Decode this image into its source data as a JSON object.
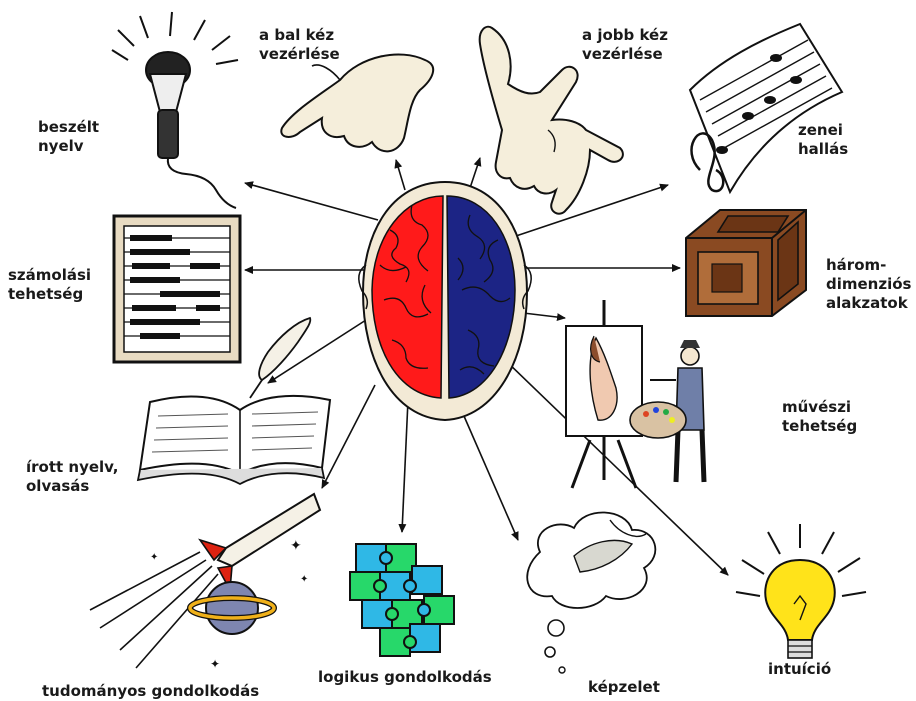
{
  "colors": {
    "left_hemisphere": "#ff1a1a",
    "right_hemisphere": "#1c2485",
    "skull": "#f3ead6",
    "hand": "#f5eedb",
    "cube": "#8a4a22",
    "bulb": "#ffe31a",
    "puzzle_cyan": "#2fb8e6",
    "puzzle_green": "#27d86a",
    "line": "#111111"
  },
  "labels": {
    "left_hand": [
      "a bal kéz",
      "vezérlése"
    ],
    "right_hand": [
      "a jobb kéz",
      "vezérlése"
    ],
    "spoken": [
      "beszélt",
      "nyelv"
    ],
    "music": [
      "zenei",
      "hallás"
    ],
    "counting": [
      "számolási",
      "tehetség"
    ],
    "three_d": [
      "három-",
      "dimenziós",
      "alakzatok"
    ],
    "artistic": [
      "művészi",
      "tehetség"
    ],
    "written": [
      "írott nyelv,",
      "olvasás"
    ],
    "intuition": [
      "intuíció"
    ],
    "logic": [
      "logikus gondolkodás"
    ],
    "imagination": [
      "képzelet"
    ],
    "science": [
      "tudományos gondolkodás"
    ]
  }
}
